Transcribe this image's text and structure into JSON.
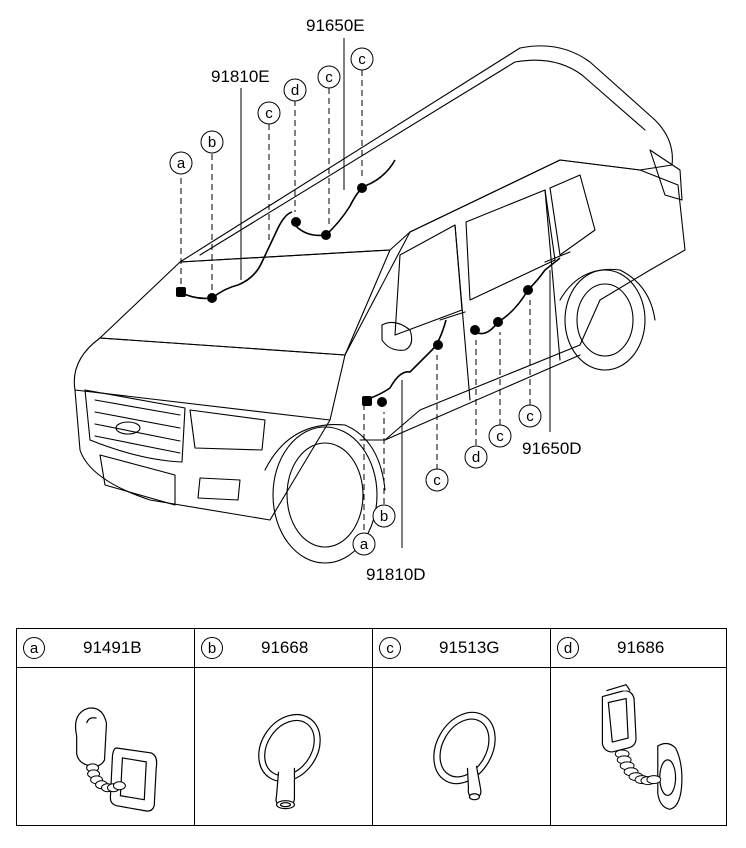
{
  "labels": {
    "harness_top_right": "91650E",
    "harness_top_left": "91810E",
    "harness_side_right": "91650D",
    "harness_side_front": "91810D"
  },
  "callouts": {
    "a": "a",
    "b": "b",
    "c": "c",
    "d": "d"
  },
  "parts": [
    {
      "letter": "a",
      "part_no": "91491B"
    },
    {
      "letter": "b",
      "part_no": "91668"
    },
    {
      "letter": "c",
      "part_no": "91513G"
    },
    {
      "letter": "d",
      "part_no": "91686"
    }
  ]
}
